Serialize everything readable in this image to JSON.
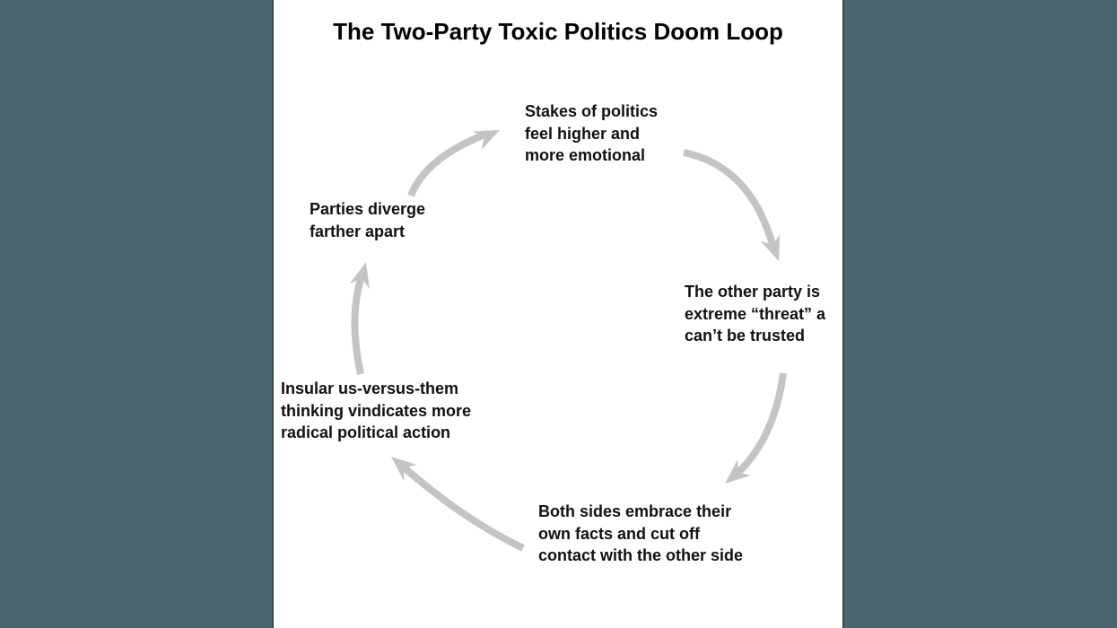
{
  "colors": {
    "outer_background": "#4c6670",
    "panel_background": "#ffffff",
    "panel_edge": "#33474f",
    "arrow": "#c4c4c4",
    "text": "#111111"
  },
  "title": "The Two-Party Toxic Politics Doom Loop",
  "cycle": {
    "type": "circular-flow-diagram",
    "direction": "clockwise",
    "nodes": [
      {
        "id": "stakes-higher",
        "position": "top",
        "lines": [
          "Stakes of politics",
          "feel higher and",
          "more emotional"
        ]
      },
      {
        "id": "other-party-threat",
        "position": "right",
        "clipped_at_panel_edge": true,
        "lines": [
          "The other party is",
          "extreme “threat” a",
          "can’t be trusted"
        ]
      },
      {
        "id": "both-sides-own-facts",
        "position": "bottom",
        "lines": [
          "Both sides embrace their",
          "own facts and cut off",
          "contact with the other side"
        ]
      },
      {
        "id": "insular-thinking",
        "position": "left",
        "lines": [
          "Insular us-versus-them",
          "thinking vindicates more",
          "radical political action"
        ]
      },
      {
        "id": "parties-diverge",
        "position": "upper-left",
        "lines": [
          "Parties diverge",
          "farther apart"
        ]
      }
    ],
    "arrows": [
      {
        "from": "parties-diverge",
        "to": "stakes-higher"
      },
      {
        "from": "stakes-higher",
        "to": "other-party-threat"
      },
      {
        "from": "other-party-threat",
        "to": "both-sides-own-facts"
      },
      {
        "from": "both-sides-own-facts",
        "to": "insular-thinking"
      },
      {
        "from": "insular-thinking",
        "to": "parties-diverge"
      }
    ]
  }
}
